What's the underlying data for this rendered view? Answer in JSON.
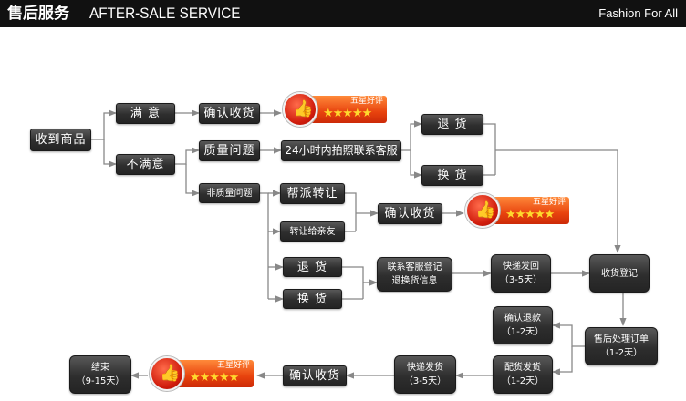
{
  "header": {
    "title_cn": "售后服务",
    "title_en": "AFTER-SALE SERVICE",
    "tagline": "Fashion For All"
  },
  "colors": {
    "header_bg": "#111111",
    "node_bg": "#2e2e2e",
    "connector": "#888888",
    "badge_red": "#d01c0c",
    "badge_orange": "#e8430e",
    "star": "#ffd92e"
  },
  "badge": {
    "label": "五星好评",
    "stars": "★★★★★",
    "icon": "thumbs-up-icon"
  },
  "nodes": {
    "received": "收到商品",
    "satisfied": "满 意",
    "confirm_receipt_1": "确认收货",
    "unsatisfied": "不满意",
    "quality_issue": "质量问题",
    "photo_contact": "24小时内拍照联系客服",
    "return_1": "退 货",
    "exchange_1": "换 货",
    "non_quality": "非质量问题",
    "help_transfer": "帮派转让",
    "transfer_friend": "转让给亲友",
    "confirm_receipt_2": "确认收货",
    "return_2": "退 货",
    "exchange_2": "换 货",
    "contact_register": [
      "联系客服登记",
      "退换货信息"
    ],
    "express_back": [
      "快递发回",
      "（3-5天）"
    ],
    "receive_register": "收货登记",
    "confirm_refund": [
      "确认退款",
      "（1-2天）"
    ],
    "after_sale_order": [
      "售后处理订单",
      "（1-2天）"
    ],
    "ship_goods": [
      "配货发货",
      "（1-2天）"
    ],
    "express_ship": [
      "快递发货",
      "（3-5天）"
    ],
    "confirm_receipt_3": "确认收货",
    "end": [
      "结束",
      "（9-15天）"
    ]
  }
}
